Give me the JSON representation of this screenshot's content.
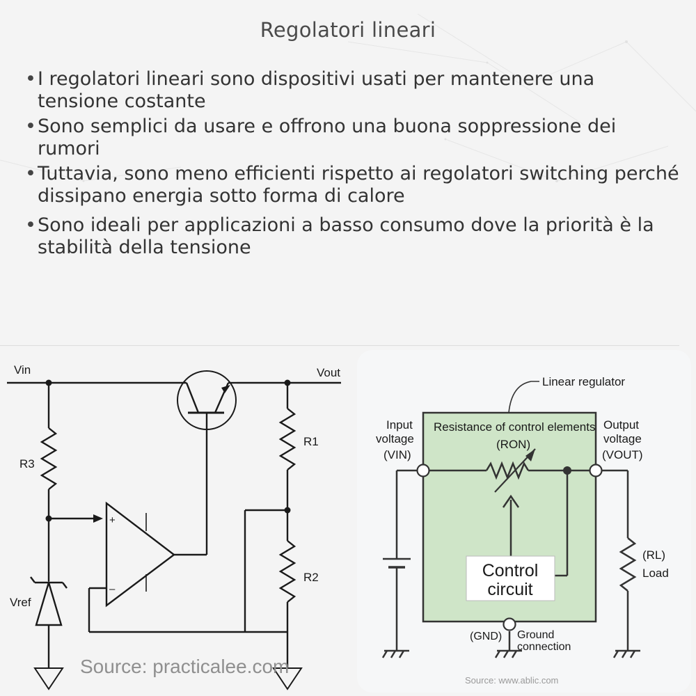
{
  "title": "Regolatori lineari",
  "bullets": [
    "I regolatori lineari sono dispositivi usati per mantenere una tensione costante",
    "Sono semplici da usare e offrono una buona soppressione dei rumori",
    "Tuttavia, sono meno efficienti rispetto ai regolatori switching perché dissipano energia sotto forma di calore",
    "Sono ideali per applicazioni a basso consumo dove la priorità è la stabilità della tensione"
  ],
  "left_diagram": {
    "vin": "Vin",
    "vout": "Vout",
    "r1": "R1",
    "r2": "R2",
    "r3": "R3",
    "vref": "Vref",
    "plus": "+",
    "minus": "–",
    "source": "Source: practicalee.com"
  },
  "right_diagram": {
    "linear_regulator": "Linear regulator",
    "input_line1": "Input",
    "input_line2": "voltage",
    "input_line3": "(VIN)",
    "resistance_line1": "Resistance of control elements",
    "resistance_line2": "(RON)",
    "output_line1": "Output",
    "output_line2": "voltage",
    "output_line3": "(VOUT)",
    "control_line1": "Control",
    "control_line2": "circuit",
    "rl": "(RL)",
    "load": "Load",
    "gnd": "(GND)",
    "ground_line1": "Ground",
    "ground_line2": "connection",
    "source": "Source: www.ablic.com",
    "box_fill": "#cfe5c8",
    "accent": "#222222"
  }
}
